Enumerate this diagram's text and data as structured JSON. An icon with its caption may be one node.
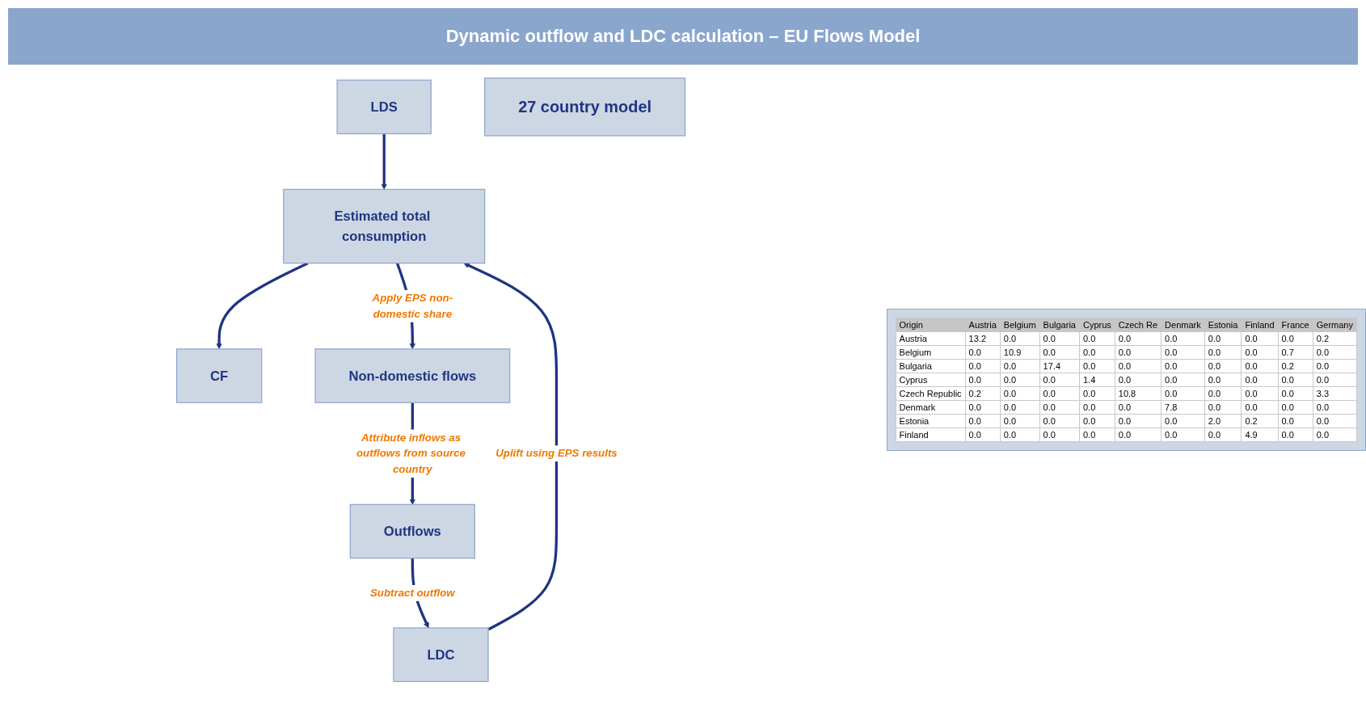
{
  "diagram": {
    "title": "Dynamic outflow and LDC calculation – EU Flows Model",
    "nodes": [
      {
        "text": [
          "LDS"
        ]
      },
      {
        "text": [
          "Estimated total consumption"
        ]
      },
      {
        "text": [
          "CF"
        ]
      },
      {
        "text": [
          "27 country model"
        ]
      },
      {
        "text": [
          "LDC"
        ]
      },
      {
        "text": [
          "Non-domestic flows"
        ]
      },
      {
        "text": [
          "Outflows"
        ]
      }
    ],
    "edges": [
      {
        "from": 0,
        "to": 1,
        "arrow": "to"
      },
      {
        "from": 1,
        "to": 2,
        "arrow": "to"
      },
      {
        "from": 1,
        "to": 5,
        "arrow": "to",
        "label": "Apply EPS non-domestic share"
      },
      {
        "from": 5,
        "to": 6,
        "arrow": "to",
        "label": "Attribute inflows as outflows from source country"
      },
      {
        "from": 6,
        "to": 4,
        "arrow": "to",
        "label": "Subtract outflow"
      },
      {
        "from": 4,
        "to": 1,
        "arrow": "to",
        "label": "Uplift using EPS results"
      }
    ],
    "labels": [
      "Origin",
      "Austria",
      "Belgium",
      "Bulgaria",
      "Cyprus",
      "Czech Re",
      "Denmark",
      "Estonia",
      "Finland",
      "France",
      "Germany",
      "Austria",
      "13.2",
      "0.0",
      "0.0",
      "0.0",
      "0.0",
      "0.0",
      "0.0",
      "0.0",
      "0.0",
      "0.2",
      "Belgium",
      "0.0",
      "10.9",
      "0.0",
      "0.0",
      "0.0",
      "0.0",
      "0.0",
      "0.0",
      "0.7",
      "0.0",
      "Bulgaria",
      "0.0",
      "0.0",
      "17.4",
      "0.0",
      "0.0",
      "0.0",
      "0.0",
      "0.0",
      "0.2",
      "0.0",
      "Cyprus",
      "0.0",
      "0.0",
      "0.0",
      "1.4",
      "0.0",
      "0.0",
      "0.0",
      "0.0",
      "0.0",
      "0.0",
      "Czech Republic",
      "0.2",
      "0.0",
      "0.0",
      "0.0",
      "10.8",
      "0.0",
      "0.0",
      "0.0",
      "0.0",
      "3.3",
      "Denmark",
      "0.0",
      "0.0",
      "0.0",
      "0.0",
      "0.0",
      "7.8",
      "0.0",
      "0.0",
      "0.0",
      "0.0",
      "Estonia",
      "0.0",
      "0.0",
      "0.0",
      "0.0",
      "0.0",
      "0.0",
      "2.0",
      "0.2",
      "0.0",
      "0.0",
      "Finland",
      "0.0",
      "0.0",
      "0.0",
      "0.0",
      "0.0",
      "0.0",
      "0.0",
      "4.9",
      "0.0",
      "0.0"
    ]
  }
}
